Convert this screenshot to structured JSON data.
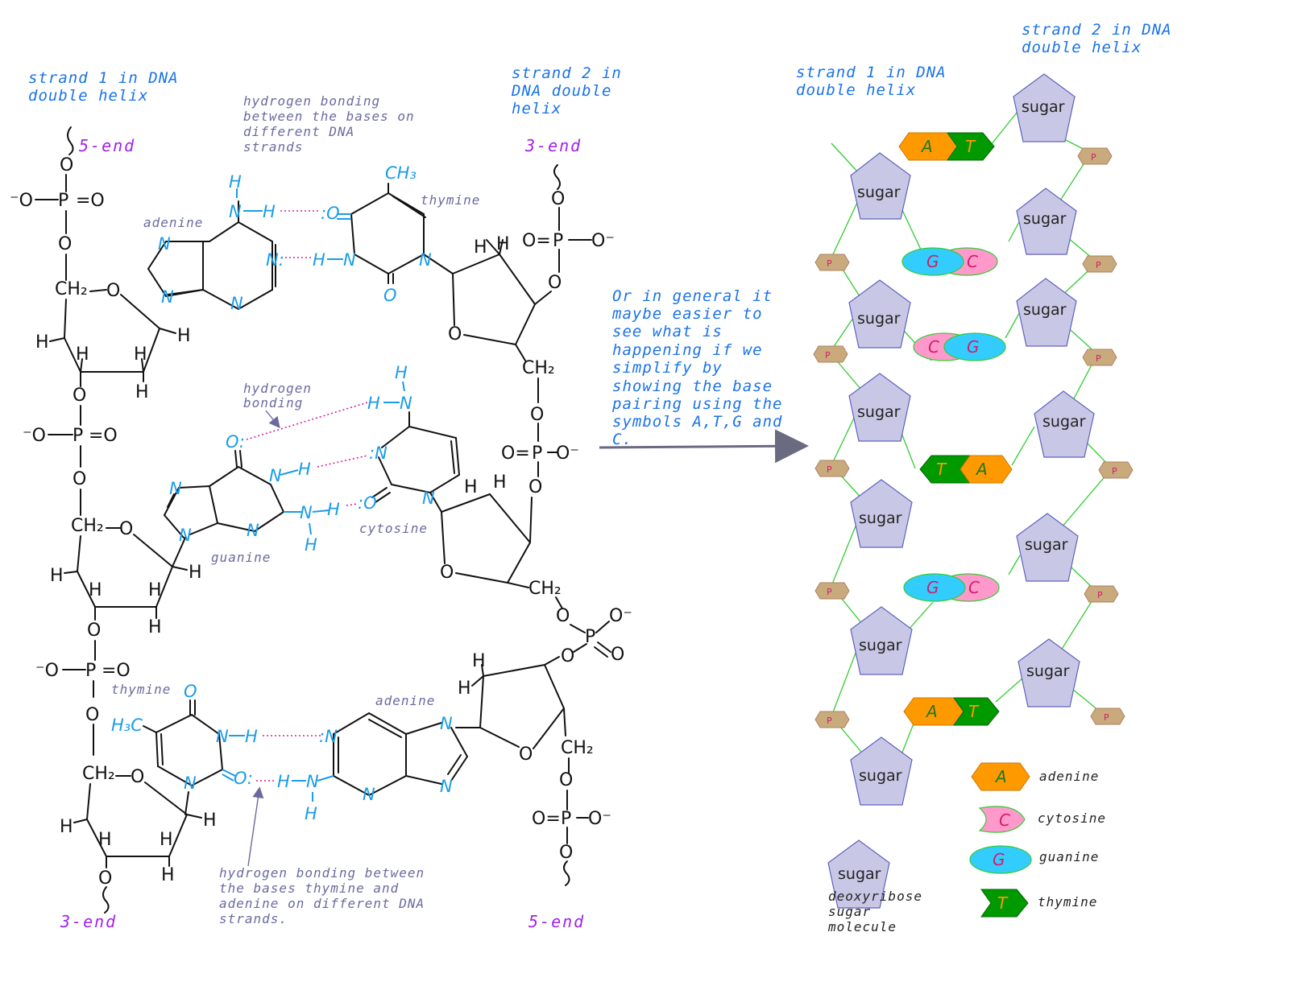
{
  "left_diagram": {
    "strand1_label": [
      "strand 1 in DNA",
      "double helix"
    ],
    "strand2_label": [
      "strand 2 in",
      "DNA double",
      "helix"
    ],
    "five_end_top": "5-end",
    "three_end_top": "3-end",
    "three_end_bottom": "3-end",
    "five_end_bottom": "5-end",
    "hbond_note_top": [
      "hydrogen bonding",
      "between the bases on",
      "different DNA",
      "strands"
    ],
    "hbond_note_mid": [
      "hydrogen",
      "bonding"
    ],
    "hbond_note_bottom": [
      "hydrogen bonding between",
      "the bases thymine and",
      "adenine on different DNA",
      "strands."
    ],
    "base_names": {
      "adenine_top": "adenine",
      "thymine_top": "thymine",
      "cytosine": "cytosine",
      "guanine": "guanine",
      "thymine_bottom": "thymine",
      "adenine_bottom": "adenine"
    }
  },
  "arrow_note": [
    "Or in general it",
    "maybe easier to",
    "see what is",
    "happening if we",
    "simplify by",
    "showing the base",
    "pairing using the",
    "symbols A,T,G and",
    "C."
  ],
  "right_diagram": {
    "strand1_label": [
      "strand 1 in DNA",
      "double helix"
    ],
    "strand2_label": [
      "strand 2 in DNA",
      "double helix"
    ],
    "sugar_label": "sugar",
    "phosphate_label": "P",
    "pairs": [
      {
        "left": "A",
        "right": "T"
      },
      {
        "left": "G",
        "right": "C"
      },
      {
        "left": "C",
        "right": "G"
      },
      {
        "left": "T",
        "right": "A"
      },
      {
        "left": "G",
        "right": "C"
      },
      {
        "left": "A",
        "right": "T"
      }
    ]
  },
  "legend": {
    "adenine": {
      "symbol": "A",
      "name": "adenine",
      "color": "#ff9900"
    },
    "cytosine": {
      "symbol": "C",
      "name": "cytosine",
      "color": "#ff99cc"
    },
    "guanine": {
      "symbol": "G",
      "name": "guanine",
      "color": "#33ccff"
    },
    "thymine": {
      "symbol": "T",
      "name": "thymine",
      "color": "#009900"
    },
    "sugar": {
      "symbol": "sugar",
      "name": [
        "deoxyribose",
        "sugar",
        "molecule"
      ],
      "color": "#c8c8e6"
    }
  },
  "colors": {
    "hydrogen_bond": "#d020a0",
    "base_atoms": "#1b9ce6",
    "end_labels": "#a020f0",
    "backbone_line": "#33cc33",
    "phosphate": "#c8aa7d"
  }
}
